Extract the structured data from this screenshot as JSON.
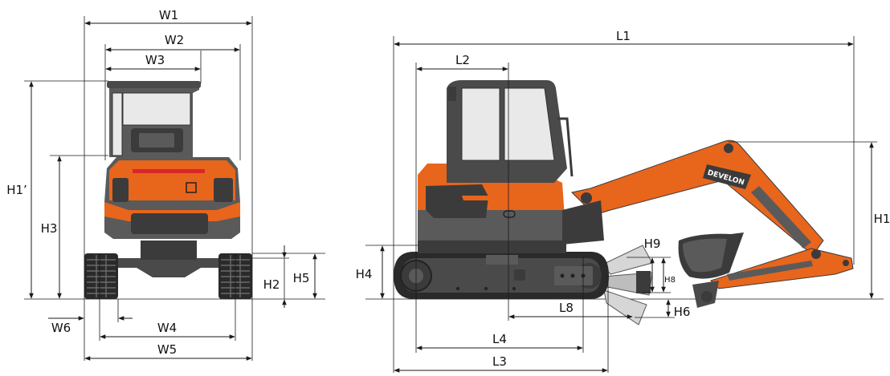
{
  "labels": {
    "W1": "W1",
    "W2": "W2",
    "W3": "W3",
    "W4": "W4",
    "W5": "W5",
    "W6": "W6",
    "H1p": "H1’",
    "H2": "H2",
    "H3": "H3",
    "H5": "H5",
    "L1": "L1",
    "L2": "L2",
    "L3": "L3",
    "L4": "L4",
    "L8": "L8",
    "H1": "H1",
    "H4": "H4",
    "H6": "H6",
    "H8": "H8",
    "H9": "H9"
  },
  "boom_logo": "DEVELON",
  "colors": {
    "machine_orange": "#e8651c",
    "body_gray": "#5a5a5a",
    "dark_gray": "#3b3b3b",
    "track_black": "#2a2a2a",
    "glass": "#e9e9e9",
    "accent_red": "#d8262b"
  }
}
